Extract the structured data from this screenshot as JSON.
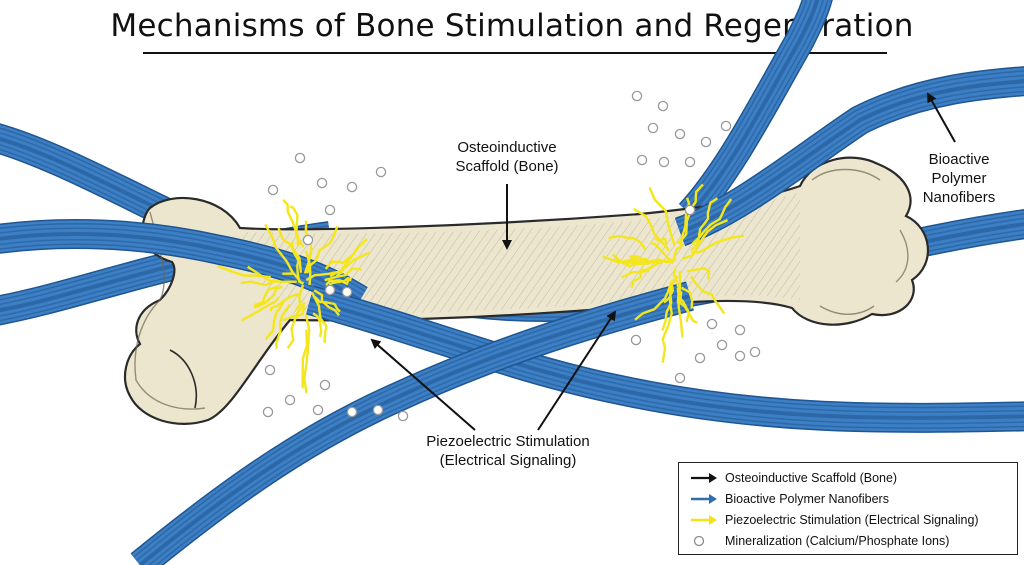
{
  "title": "Mechanisms of Bone Stimulation and Regeneration",
  "labels": {
    "scaffold": [
      "Osteoinductive",
      "Scaffold (Bone)"
    ],
    "nanofibers": [
      "Bioactive",
      "Polymer",
      "Nanofibers"
    ],
    "piezo": [
      "Piezoelectric Stimulation",
      "(Electrical Signaling)"
    ]
  },
  "legend": {
    "items": [
      {
        "label": "Osteoinductive Scaffold (Bone)",
        "symbol": "black-arrow-icon",
        "color": "#111111"
      },
      {
        "label": "Bioactive Polymer Nanofibers",
        "symbol": "blue-arrow-icon",
        "color": "#2f6fb0"
      },
      {
        "label": "Piezoelectric Stimulation (Electrical Signaling)",
        "symbol": "yellow-arrow-icon",
        "color": "#f2e21b"
      },
      {
        "label": "Mineralization (Calcium/Phosphate Ions)",
        "symbol": "ion-circle-icon",
        "color": "#9a9a9a"
      }
    ]
  },
  "colors": {
    "fiber": "#3d7fc4",
    "fiber_dark": "#1f5591",
    "bone": "#ece6cf",
    "bone_outline": "#2a2a2a",
    "spark": "#f4e61c",
    "ion": "#9a9a9a"
  }
}
